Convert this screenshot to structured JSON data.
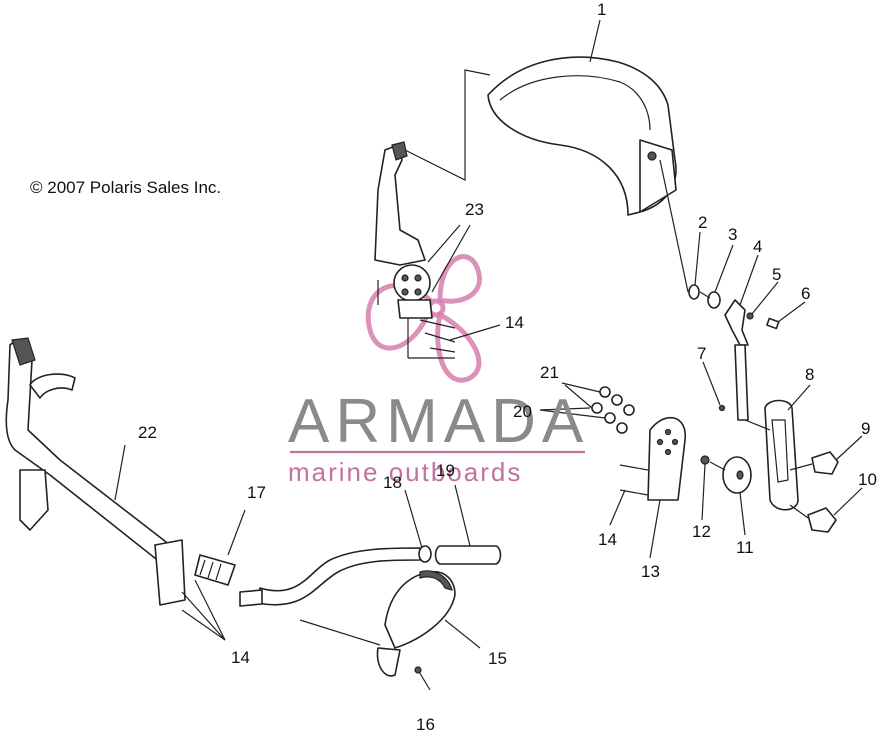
{
  "copyright": "© 2007 Polaris Sales Inc.",
  "watermark": {
    "brand": "ARMADA",
    "tagline": "marine outboards",
    "colors": {
      "text": "#8a8a8a",
      "accent": "#c0739e"
    }
  },
  "callouts": {
    "c1": "1",
    "c2": "2",
    "c3": "3",
    "c4": "4",
    "c5": "5",
    "c6": "6",
    "c7": "7",
    "c8": "8",
    "c9": "9",
    "c10": "10",
    "c11": "11",
    "c12": "12",
    "c13": "13",
    "c14a": "14",
    "c14b": "14",
    "c14c": "14",
    "c15": "15",
    "c16": "16",
    "c17": "17",
    "c18": "18",
    "c19": "19",
    "c20": "20",
    "c21": "21",
    "c22": "22",
    "c23": "23"
  }
}
